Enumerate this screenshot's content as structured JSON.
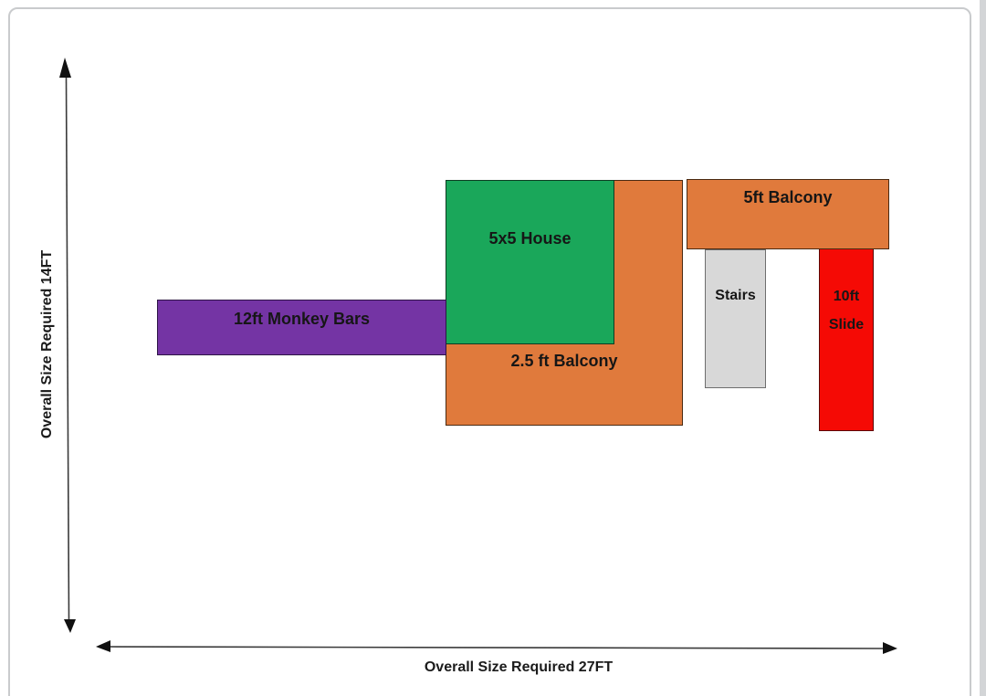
{
  "page": {
    "background": "#ffffff",
    "frame_border_color": "#c9cbcd",
    "right_edge_color": "#d3d5d7"
  },
  "axes": {
    "vertical_label": "Overall Size Required 14FT",
    "horizontal_label": "Overall Size Required 27FT",
    "arrow_color": "#3a3a3a",
    "arrowhead_color": "#111111"
  },
  "shapes": {
    "monkey_bars": {
      "label": "12ft Monkey Bars",
      "color": "#7434A4",
      "border": "#2e1546"
    },
    "balcony_25": {
      "label": "2.5 ft Balcony",
      "color": "#E07A3C",
      "border": "#4a2a12"
    },
    "house": {
      "label": "5x5 House",
      "color": "#1AA75A",
      "border": "#0d3d23"
    },
    "balcony_5": {
      "label": "5ft Balcony",
      "color": "#E07A3C",
      "border": "#4a2a12"
    },
    "stairs": {
      "label": "Stairs",
      "color": "#D8D8D8",
      "border": "#6e6e6e"
    },
    "slide": {
      "label_line1": "10ft",
      "label_line2": "Slide",
      "color": "#F50A05",
      "border": "#5c0703"
    }
  }
}
